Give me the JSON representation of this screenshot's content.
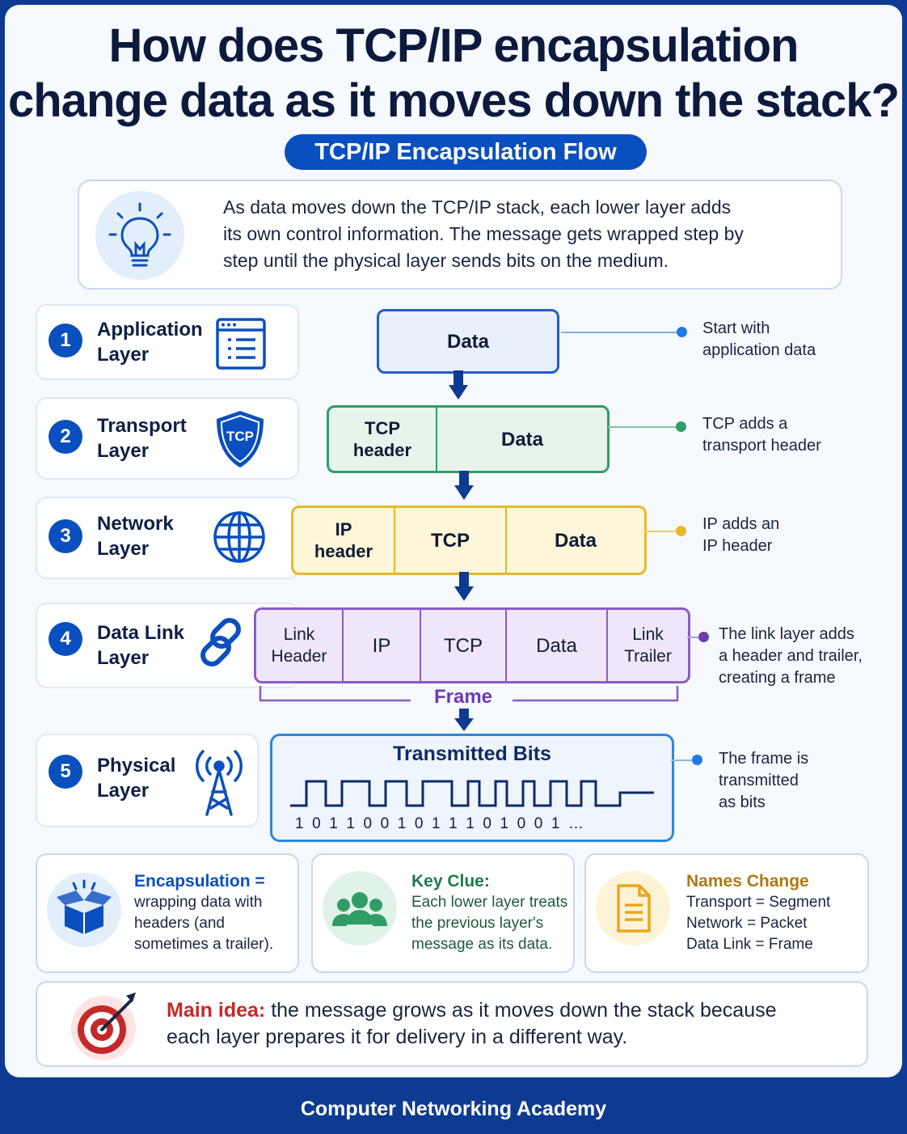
{
  "title": {
    "line1": "How does TCP/IP encapsulation",
    "line2": "change data as it moves down the stack?"
  },
  "subtitle": "TCP/IP Encapsulation Flow",
  "intro": {
    "line1": "As data moves down the TCP/IP stack, each lower layer adds",
    "line2": "its own control information. The message gets wrapped step by",
    "line3": "step until the physical layer sends bits on the medium."
  },
  "layers": [
    {
      "number": "1",
      "name1": "Application",
      "name2": "Layer",
      "icon": "browser-window-icon"
    },
    {
      "number": "2",
      "name1": "Transport",
      "name2": "Layer",
      "icon": "tcp-shield-icon",
      "icon_text": "TCP"
    },
    {
      "number": "3",
      "name1": "Network",
      "name2": "Layer",
      "icon": "globe-icon"
    },
    {
      "number": "4",
      "name1": "Data Link",
      "name2": "Layer",
      "icon": "chain-link-icon"
    },
    {
      "number": "5",
      "name1": "Physical",
      "name2": "Layer",
      "icon": "antenna-tower-icon"
    }
  ],
  "stack": {
    "app": {
      "data": "Data"
    },
    "transport": {
      "tcp_header_1": "TCP",
      "tcp_header_2": "header",
      "data": "Data"
    },
    "network": {
      "ip_header_1": "IP",
      "ip_header_2": "header",
      "tcp": "TCP",
      "data": "Data"
    },
    "link": {
      "link_header_1": "Link",
      "link_header_2": "Header",
      "ip": "IP",
      "tcp": "TCP",
      "data": "Data",
      "link_trailer_1": "Link",
      "link_trailer_2": "Trailer"
    },
    "frame_label": "Frame",
    "physical": {
      "title": "Transmitted Bits",
      "bits": "1  0  1  1  0  0  1  0  1  1  1  0  1  0  0  1  …"
    }
  },
  "notes": {
    "app": [
      "Start with",
      "application data"
    ],
    "transport": [
      "TCP adds a",
      "transport header"
    ],
    "network": [
      "IP adds an",
      "IP header"
    ],
    "link": [
      "The link layer adds",
      "a header and trailer,",
      "creating a frame"
    ],
    "physical": [
      "The frame is",
      "transmitted",
      "as bits"
    ]
  },
  "cards": {
    "encapsulation": {
      "title": "Encapsulation =",
      "body": [
        "wrapping data with",
        "headers (and",
        "sometimes a trailer)."
      ],
      "icon": "open-box-icon"
    },
    "key_clue": {
      "title": "Key Clue:",
      "body": [
        "Each lower layer treats",
        "the previous layer's",
        "message as its data."
      ],
      "icon": "people-group-icon"
    },
    "names_change": {
      "title": "Names Change",
      "body": [
        "Transport = Segment",
        "Network = Packet",
        "Data Link = Frame"
      ],
      "icon": "document-icon"
    }
  },
  "main_idea": {
    "label": "Main idea:",
    "line1": "the message grows as it moves down the stack because",
    "line2": "each layer prepares it for delivery in a different way.",
    "icon": "target-icon"
  },
  "footer": "Computer Networking Academy",
  "colors": {
    "brand_blue": "#0a4fbf",
    "app": "#1f5fcc",
    "transport": "#2e9e66",
    "network": "#e8b82a",
    "link": "#8a5cc8",
    "physical": "#2f86e0",
    "main_idea_red": "#c62828"
  }
}
